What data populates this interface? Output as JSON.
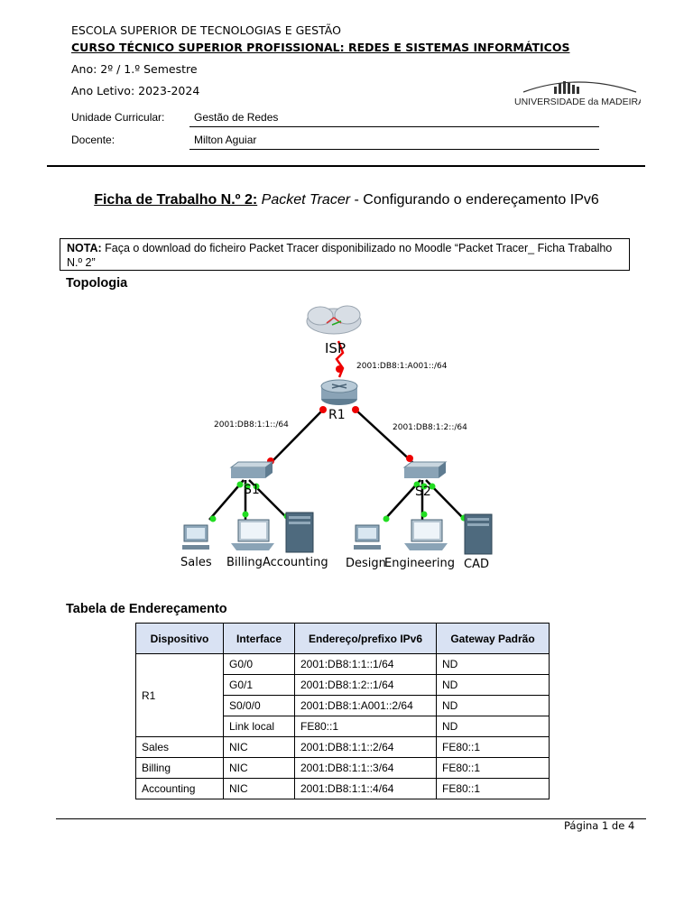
{
  "header": {
    "school": "ESCOLA SUPERIOR DE TECNOLOGIAS E GESTÃO",
    "course": "CURSO TÉCNICO SUPERIOR PROFISSIONAL: REDES E SISTEMAS INFORMÁTICOS",
    "year": "Ano: 2º / 1.º Semestre",
    "academic_year": "Ano Letivo: 2023-2024",
    "uc_label": "Unidade Curricular:",
    "uc_value": "Gestão de Redes",
    "teacher_label": "Docente:",
    "teacher_value": "Milton Aguiar",
    "logo_text": "UNIVERSIDADE da MADEIRA"
  },
  "title": {
    "bold": "Ficha de Trabalho N.º 2:",
    "italic": "Packet Tracer",
    "dash": " - ",
    "rest": "Configurando o endereçamento IPv6"
  },
  "nota": {
    "label": "NOTA:",
    "text": "Faça o download do ficheiro Packet Tracer disponibilizado no Moodle “Packet Tracer_ Ficha Trabalho N.º 2”"
  },
  "topology": {
    "heading": "Topologia",
    "isp": "ISP",
    "r1": "R1",
    "s1": "S1",
    "s2": "S2",
    "net_isp": "2001:DB8:1:A001::/64",
    "net_left": "2001:DB8:1:1::/64",
    "net_right": "2001:DB8:1:2::/64",
    "hosts": [
      "Sales",
      "Billing",
      "Accounting",
      "Design",
      "Engineering",
      "CAD"
    ]
  },
  "address_table": {
    "heading": "Tabela de Endereçamento",
    "columns": [
      "Dispositivo",
      "Interface",
      "Endereço/prefixo IPv6",
      "Gateway Padrão"
    ],
    "r1_device": "R1",
    "r1_rows": [
      [
        "G0/0",
        "2001:DB8:1:1::1/64",
        "ND"
      ],
      [
        "G0/1",
        "2001:DB8:1:2::1/64",
        "ND"
      ],
      [
        "S0/0/0",
        "2001:DB8:1:A001::2/64",
        "ND"
      ],
      [
        "Link local",
        "FE80::1",
        "ND"
      ]
    ],
    "rows": [
      [
        "Sales",
        "NIC",
        "2001:DB8:1:1::2/64",
        "FE80::1"
      ],
      [
        "Billing",
        "NIC",
        "2001:DB8:1:1::3/64",
        "FE80::1"
      ],
      [
        "Accounting",
        "NIC",
        "2001:DB8:1:1::4/64",
        "FE80::1"
      ]
    ]
  },
  "footer": {
    "page": "Página 1 de 4"
  }
}
